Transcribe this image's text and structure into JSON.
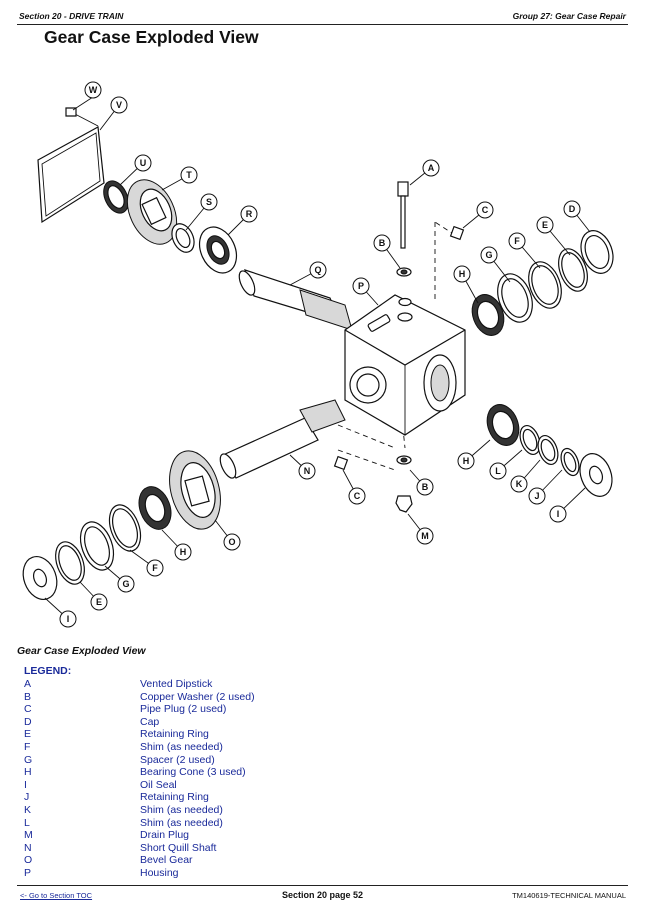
{
  "header": {
    "section": "Section 20 - DRIVE TRAIN",
    "group": "Group 27: Gear Case Repair"
  },
  "page_title": "Gear Case Exploded View",
  "figure_caption": "Gear Case Exploded View",
  "legend": {
    "title": "LEGEND:",
    "items": [
      {
        "key": "A",
        "label": "Vented Dipstick"
      },
      {
        "key": "B",
        "label": "Copper Washer (2 used)"
      },
      {
        "key": "C",
        "label": "Pipe Plug (2 used)"
      },
      {
        "key": "D",
        "label": "Cap"
      },
      {
        "key": "E",
        "label": "Retaining Ring"
      },
      {
        "key": "F",
        "label": "Shim (as needed)"
      },
      {
        "key": "G",
        "label": "Spacer (2 used)"
      },
      {
        "key": "H",
        "label": "Bearing Cone (3 used)"
      },
      {
        "key": "I",
        "label": "Oil Seal"
      },
      {
        "key": "J",
        "label": "Retaining Ring"
      },
      {
        "key": "K",
        "label": "Shim (as needed)"
      },
      {
        "key": "L",
        "label": "Shim (as needed)"
      },
      {
        "key": "M",
        "label": "Drain Plug"
      },
      {
        "key": "N",
        "label": "Short Quill Shaft"
      },
      {
        "key": "O",
        "label": "Bevel Gear"
      },
      {
        "key": "P",
        "label": "Housing"
      }
    ]
  },
  "callouts": [
    "W",
    "V",
    "U",
    "T",
    "S",
    "R",
    "Q",
    "P",
    "A",
    "B",
    "C",
    "D",
    "E",
    "F",
    "G",
    "H",
    "H",
    "L",
    "K",
    "J",
    "I",
    "N",
    "C",
    "B",
    "M",
    "O",
    "H",
    "F",
    "G",
    "E",
    "I"
  ],
  "footer": {
    "toc_link": "<- Go to Section TOC",
    "page": "Section 20 page 52",
    "manual": "TM140619-TECHNICAL MANUAL"
  }
}
